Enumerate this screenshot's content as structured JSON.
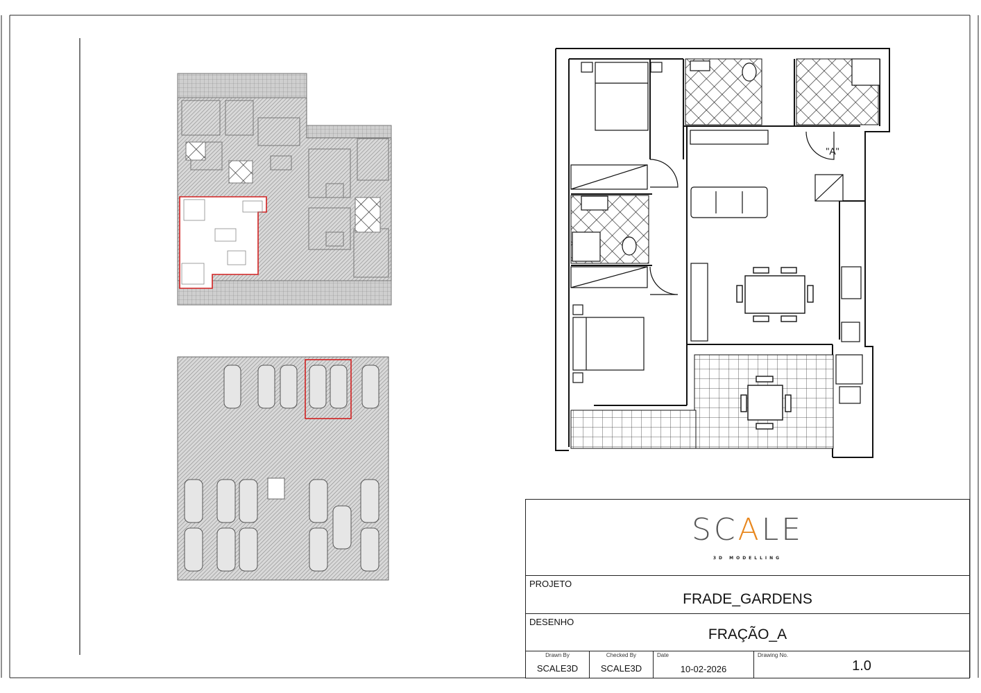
{
  "project_label": "PROJETO",
  "project_name": "FRADE_GARDENS",
  "drawing_label": "DESENHO",
  "drawing_name": "FRAÇÃO_A",
  "logo": {
    "prefix": "SC",
    "accent": "A",
    "suffix": "LE",
    "tagline": "3D MODELLING",
    "accent_color": "#e8871e"
  },
  "meta": {
    "drawn_by_label": "Drawn By",
    "drawn_by": "SCALE3D",
    "checked_by_label": "Checked By",
    "checked_by": "SCALE3D",
    "date_label": "Date",
    "date": "10-02-2026",
    "drawing_no_label": "Drawing No.",
    "drawing_no": "1.0"
  },
  "plan": {
    "room_tag": "\"A\""
  }
}
